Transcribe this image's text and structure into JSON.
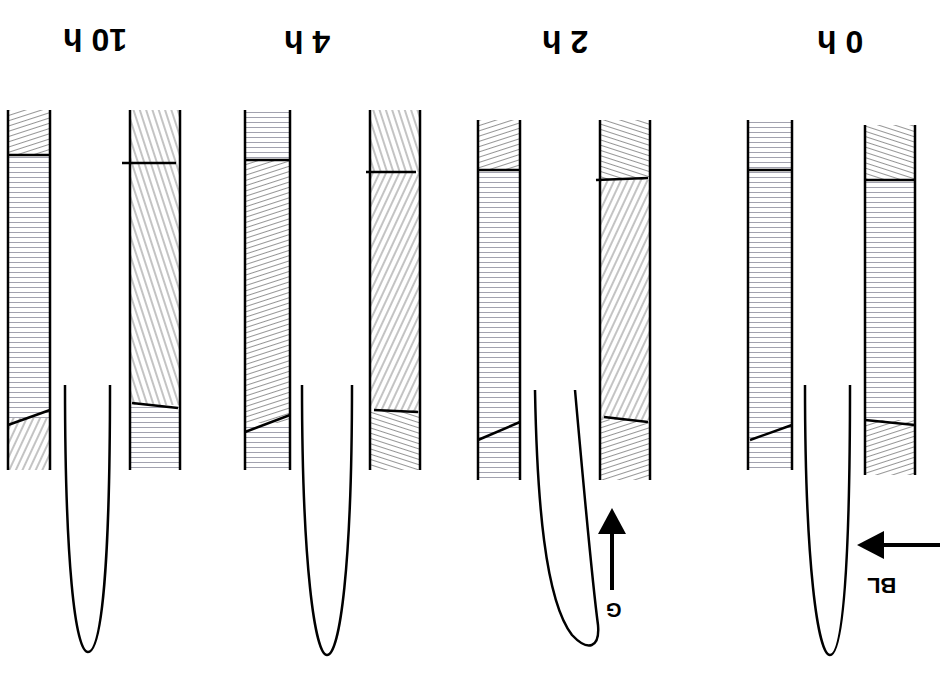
{
  "diagram": {
    "labels": [
      "10 h",
      "4 h",
      "2 h",
      "0 h",
      "BL",
      "G"
    ]
  }
}
